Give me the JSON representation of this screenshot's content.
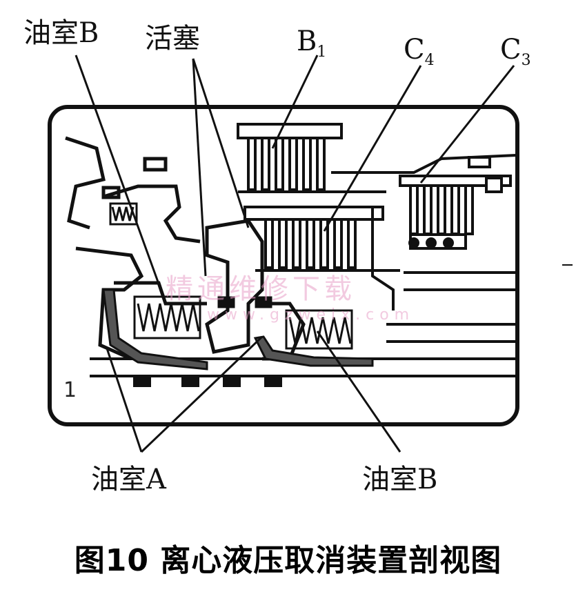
{
  "labels": {
    "oil_chamber_b_top": "油室B",
    "piston": "活塞",
    "b1_base": "B",
    "b1_sub": "1",
    "c4_base": "C",
    "c4_sub": "4",
    "c3_base": "C",
    "c3_sub": "3",
    "oil_chamber_a": "油室A",
    "oil_chamber_b_bottom": "油室B",
    "part_number": "1"
  },
  "caption": "图10 离心液压取消装置剖视图",
  "watermark": {
    "text": "精通维修下载",
    "url": "www.gzweix.com"
  },
  "colors": {
    "line": "#111111",
    "background": "#ffffff",
    "watermark": "#e8a0c8"
  }
}
